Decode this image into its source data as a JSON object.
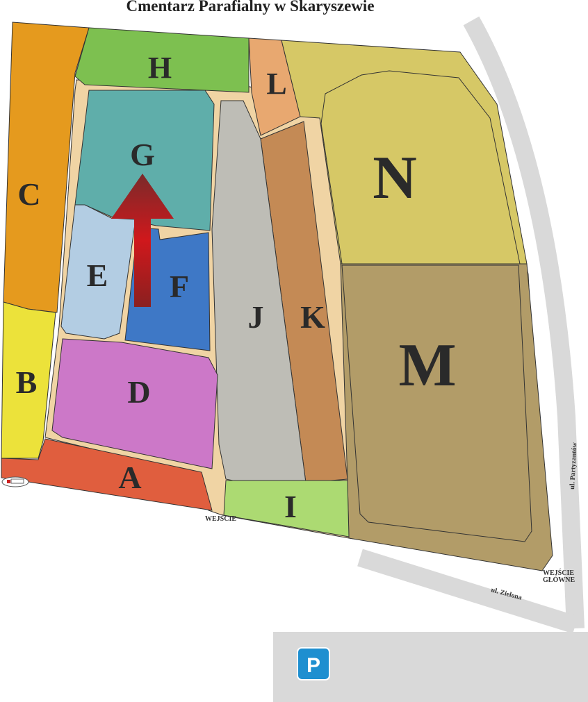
{
  "title": "Cmentarz Parafialny w Skaryszewie",
  "sections": [
    {
      "id": "A",
      "label": "A",
      "color": "#E05E3E"
    },
    {
      "id": "B",
      "label": "B",
      "color": "#ECE23A"
    },
    {
      "id": "C",
      "label": "C",
      "color": "#E59A1E"
    },
    {
      "id": "D",
      "label": "D",
      "color": "#CC78C8"
    },
    {
      "id": "E",
      "label": "E",
      "color": "#B3CDE3"
    },
    {
      "id": "F",
      "label": "F",
      "color": "#3E78C6"
    },
    {
      "id": "G",
      "label": "G",
      "color": "#5FAEAA"
    },
    {
      "id": "H",
      "label": "H",
      "color": "#7DC050"
    },
    {
      "id": "I",
      "label": "I",
      "color": "#ACDA72"
    },
    {
      "id": "J",
      "label": "J",
      "color": "#BEBDB6"
    },
    {
      "id": "K",
      "label": "K",
      "color": "#C48A55"
    },
    {
      "id": "L",
      "label": "L",
      "color": "#E8A870"
    },
    {
      "id": "M",
      "label": "M",
      "color": "#B29C68"
    },
    {
      "id": "N",
      "label": "N",
      "color": "#D6C866"
    }
  ],
  "labels": {
    "entrance_side": "WEJŚCIE",
    "entrance_main_1": "WEJŚCIE",
    "entrance_main_2": "GŁÓWNE",
    "street_partyzantow": "ul. Partyzantów",
    "street_zielona": "ul. Zielona",
    "parking": "P"
  },
  "colors": {
    "path": "#F0D4A4",
    "road": "#D9D9D9",
    "parking": "#1E8FD0",
    "arrow": "#C41A1A"
  }
}
